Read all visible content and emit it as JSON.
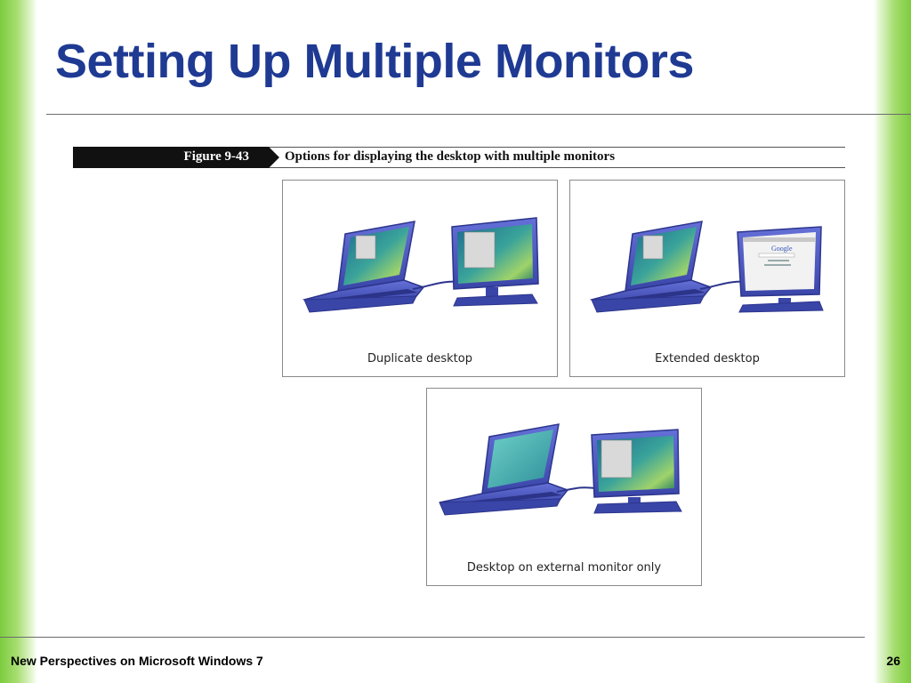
{
  "slide": {
    "title": "Setting Up Multiple Monitors",
    "footer_text": "New Perspectives on Microsoft Windows 7",
    "page_number": "26"
  },
  "figure": {
    "number_label": "Figure 9-43",
    "caption": "Options for displaying the desktop with multiple monitors",
    "panels": [
      {
        "label": "Duplicate desktop"
      },
      {
        "label": "Extended desktop",
        "search_logo_text": "Google"
      },
      {
        "label": "Desktop on external monitor only"
      }
    ]
  },
  "colors": {
    "title": "#1f3a93",
    "edge_green": "#7ccc3f",
    "device_blue": "#4a55c0",
    "screen_teal": "#2f8f9a"
  }
}
